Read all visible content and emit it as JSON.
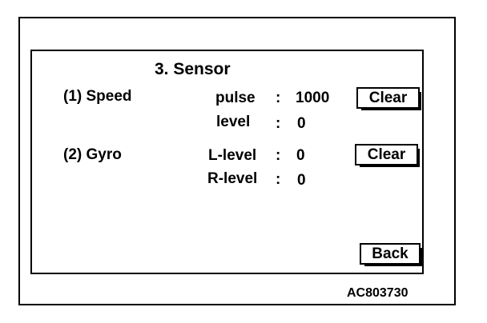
{
  "screen": {
    "title": "3. Sensor",
    "speed": {
      "label": "(1) Speed",
      "pulse_label": "pulse",
      "pulse_sep": ":",
      "pulse_value": "1000",
      "level_label": "level",
      "level_sep": ":",
      "level_value": "0",
      "clear_label": "Clear"
    },
    "gyro": {
      "label": "(2) Gyro",
      "l_label": "L-level",
      "l_sep": ":",
      "l_value": "0",
      "r_label": "R-level",
      "r_sep": ":",
      "r_value": "0",
      "clear_label": "Clear"
    },
    "back_label": "Back"
  },
  "figure_code": "AC803730"
}
